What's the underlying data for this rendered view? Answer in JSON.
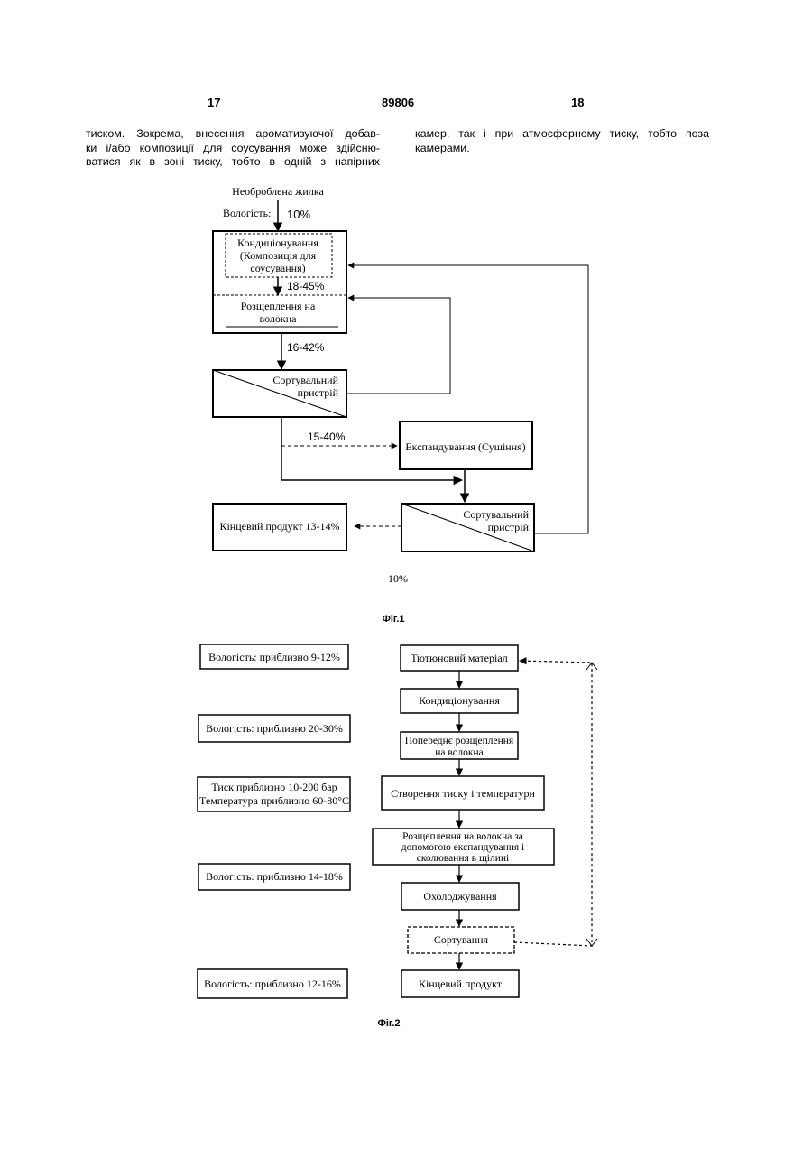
{
  "header": {
    "page_left": "17",
    "patent_number": "89806",
    "page_right": "18"
  },
  "text": {
    "left_lines": [
      "тиском. Зокрема, внесення ароматизуючої добав-",
      "ки і/або композиції для соусування може здійсню-",
      "ватися як в зоні тиску, тобто в одній з напірних"
    ],
    "right_lines": [
      "камер, так і при атмосферному тиску, тобто поза",
      "камерами."
    ]
  },
  "fig1": {
    "input_label": "Необроблена жилка",
    "moisture_label": "Вологість:",
    "moisture_value": "10%",
    "conditioning": [
      "Кондиціонування",
      "(Композиція для",
      "соусування)"
    ],
    "range_1": "18-45%",
    "cutting": [
      "Розщеплення на",
      "волокна"
    ],
    "range_2": "16-42%",
    "sorter_1": [
      "Сортувальний",
      "пристрій"
    ],
    "range_3": "15-40%",
    "expansion": "Експандування (Сушіння)",
    "sorter_2": [
      "Сортувальний",
      "пристрій"
    ],
    "final_product": "Кінцевий продукт 13-14%",
    "bottom_value": "10%",
    "caption": "Фіг.1"
  },
  "fig2": {
    "left_notes": [
      [
        "Вологість: приблизно 9-12%"
      ],
      [
        "Вологість: приблизно 20-30%"
      ],
      [
        "Тиск приблизно 10-200 бар",
        "Температура приблизно 60-80°C"
      ],
      [
        "Вологість: приблизно 14-18%"
      ],
      [
        "Вологість: приблизно 12-16%"
      ]
    ],
    "steps": [
      [
        "Тютюновий матеріал"
      ],
      [
        "Кондиціонування"
      ],
      [
        "Попереднє розщеплення",
        "на волокна"
      ],
      [
        "Створення тиску і температури"
      ],
      [
        "Розщеплення на волокна за",
        "допомогою експандування і",
        "сколювання в щілині"
      ],
      [
        "Охолоджування"
      ],
      [
        "Сортування"
      ],
      [
        "Кінцевий продукт"
      ]
    ],
    "caption": "Фіг.2"
  }
}
